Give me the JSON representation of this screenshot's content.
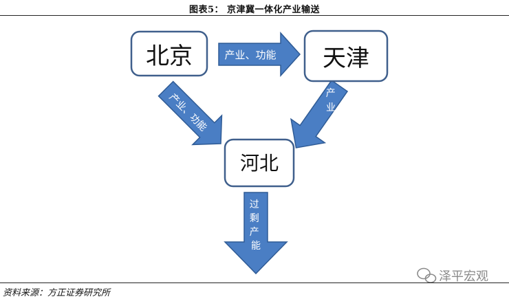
{
  "title": "图表5：   京津冀一体化产业输送",
  "nodes": {
    "beijing": "北京",
    "tianjin": "天津",
    "hebei": "河北"
  },
  "arrows": {
    "beijing_to_tianjin": "产业、功能",
    "beijing_to_hebei": "产业、功能",
    "tianjin_to_hebei": "产业",
    "hebei_out": "过剩产能"
  },
  "watermark": "泽平宏观",
  "source": "资料来源：方正证券研究所",
  "colors": {
    "arrow_fill": "#4a7ec4",
    "arrow_stroke": "#2f5b95",
    "box_stroke": "#3f5f8c"
  }
}
